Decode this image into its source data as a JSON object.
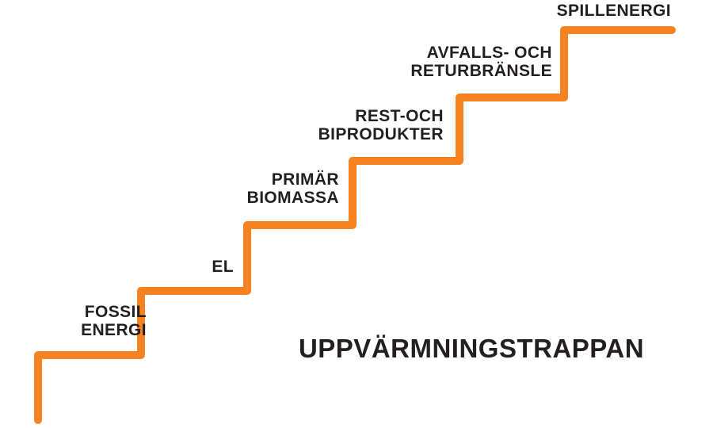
{
  "title": "UPPVÄRMNINGSTRAPPAN",
  "steps": [
    {
      "label": "FOSSIL\nENERGI"
    },
    {
      "label": "EL"
    },
    {
      "label": "PRIMÄR\nBIOMASSA"
    },
    {
      "label": "REST-OCH\nBIPRODUKTER"
    },
    {
      "label": "AVFALLS- OCH\nRETURBRÄNSLE"
    },
    {
      "label": "SPILLENERGI"
    }
  ],
  "colors": {
    "stair": "#F6831F",
    "text": "#231F20",
    "background": "#FFFFFF"
  }
}
